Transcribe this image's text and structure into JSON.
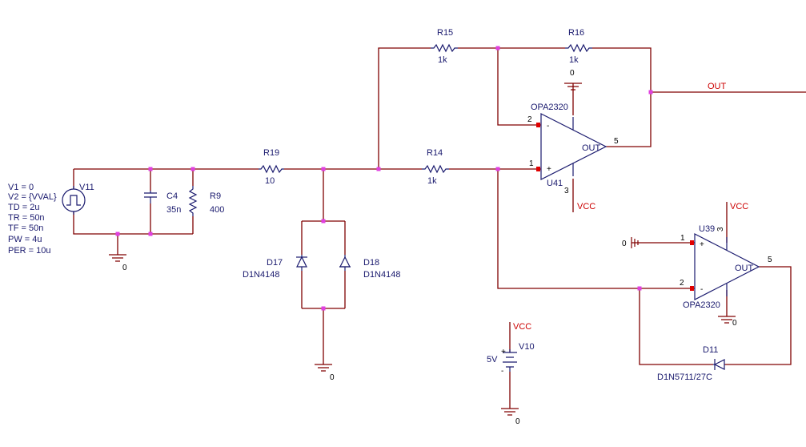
{
  "source_params": [
    "V1 = 0",
    "V2 = {VVAL}",
    "TD = 2u",
    "TR = 50n",
    "TF = 50n",
    "PW = 4u",
    "PER = 10u"
  ],
  "components": {
    "v11": {
      "ref": "V11"
    },
    "c4": {
      "ref": "C4",
      "value": "35n"
    },
    "r9": {
      "ref": "R9",
      "value": "400"
    },
    "r19": {
      "ref": "R19",
      "value": "10"
    },
    "r14": {
      "ref": "R14",
      "value": "1k"
    },
    "r15": {
      "ref": "R15",
      "value": "1k"
    },
    "r16": {
      "ref": "R16",
      "value": "1k"
    },
    "d17": {
      "ref": "D17",
      "value": "D1N4148"
    },
    "d18": {
      "ref": "D18",
      "value": "D1N4148"
    },
    "d11": {
      "ref": "D11",
      "value": "D1N5711/27C"
    },
    "u41": {
      "ref": "U41",
      "value": "OPA2320"
    },
    "u39": {
      "ref": "U39",
      "value": "OPA2320"
    },
    "v10": {
      "ref": "V10",
      "value": "5V"
    }
  },
  "nets": {
    "out": "OUT",
    "vcc": "VCC",
    "gnd": "0"
  },
  "opamp_pins": {
    "u41": {
      "inv": "2",
      "noninv": "1",
      "out": "5",
      "supply": "3",
      "out_label": "OUT",
      "minus": "-",
      "plus": "+"
    },
    "u39": {
      "inv": "2",
      "noninv": "1",
      "out": "5",
      "supply": "3",
      "out_label": "OUT",
      "minus": "-",
      "plus": "+"
    }
  },
  "v10_signs": {
    "plus": "+",
    "minus": "-"
  }
}
